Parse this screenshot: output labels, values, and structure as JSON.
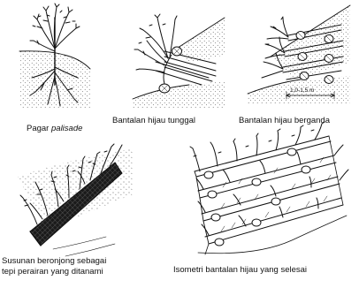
{
  "captions": {
    "pagar": {
      "prefix": "Pagar ",
      "italic": "palisade"
    },
    "tunggal": "Bantalan hijau tunggal",
    "berganda": "Bantalan hijau berganda",
    "susunan_line1": "Susunan beronjong sebagai",
    "susunan_line2": "tepi perairan yang ditanami",
    "isometri": "Isometri bantalan hijau yang selesai"
  },
  "dimension_label": "1,0-1,5 m"
}
